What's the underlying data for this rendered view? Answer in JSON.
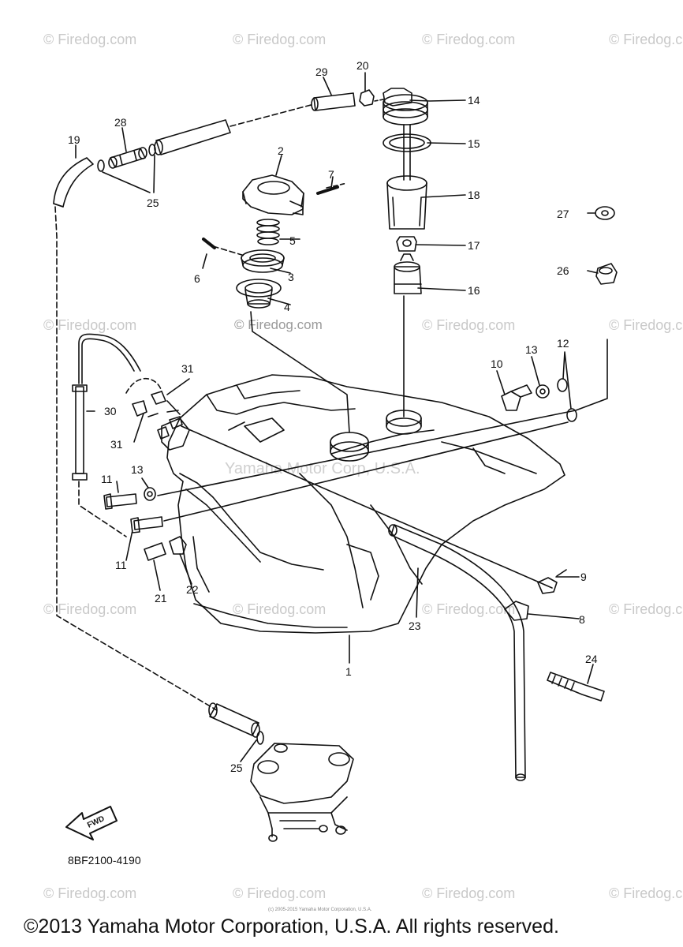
{
  "watermark": "© Firedog.com",
  "watermark_center": "© Firedog.com",
  "yamaha_watermark": "Yamaha Motor Corp, U.S.A.",
  "diagram_code": "8BF2100-4190",
  "fwd_label": "FWD",
  "copyright": "©2013 Yamaha Motor Corporation, U.S.A. All rights reserved.",
  "tiny_copyright": "(c) 2005-2015 Yamaha Motor Corporation, U.S.A.",
  "parts": [
    {
      "id": "1",
      "label": "1"
    },
    {
      "id": "2",
      "label": "2"
    },
    {
      "id": "3",
      "label": "3"
    },
    {
      "id": "4",
      "label": "4"
    },
    {
      "id": "5",
      "label": "5"
    },
    {
      "id": "6",
      "label": "6"
    },
    {
      "id": "7",
      "label": "7"
    },
    {
      "id": "8",
      "label": "8"
    },
    {
      "id": "9",
      "label": "9"
    },
    {
      "id": "10",
      "label": "10"
    },
    {
      "id": "11a",
      "label": "11"
    },
    {
      "id": "11b",
      "label": "11"
    },
    {
      "id": "12",
      "label": "12"
    },
    {
      "id": "13a",
      "label": "13"
    },
    {
      "id": "13b",
      "label": "13"
    },
    {
      "id": "14",
      "label": "14"
    },
    {
      "id": "15",
      "label": "15"
    },
    {
      "id": "16",
      "label": "16"
    },
    {
      "id": "17",
      "label": "17"
    },
    {
      "id": "18",
      "label": "18"
    },
    {
      "id": "19",
      "label": "19"
    },
    {
      "id": "20",
      "label": "20"
    },
    {
      "id": "21",
      "label": "21"
    },
    {
      "id": "22",
      "label": "22"
    },
    {
      "id": "23",
      "label": "23"
    },
    {
      "id": "24",
      "label": "24"
    },
    {
      "id": "25a",
      "label": "25"
    },
    {
      "id": "25b",
      "label": "25"
    },
    {
      "id": "26",
      "label": "26"
    },
    {
      "id": "27",
      "label": "27"
    },
    {
      "id": "28",
      "label": "28"
    },
    {
      "id": "29",
      "label": "29"
    },
    {
      "id": "30",
      "label": "30"
    },
    {
      "id": "31a",
      "label": "31"
    },
    {
      "id": "31b",
      "label": "31"
    }
  ]
}
